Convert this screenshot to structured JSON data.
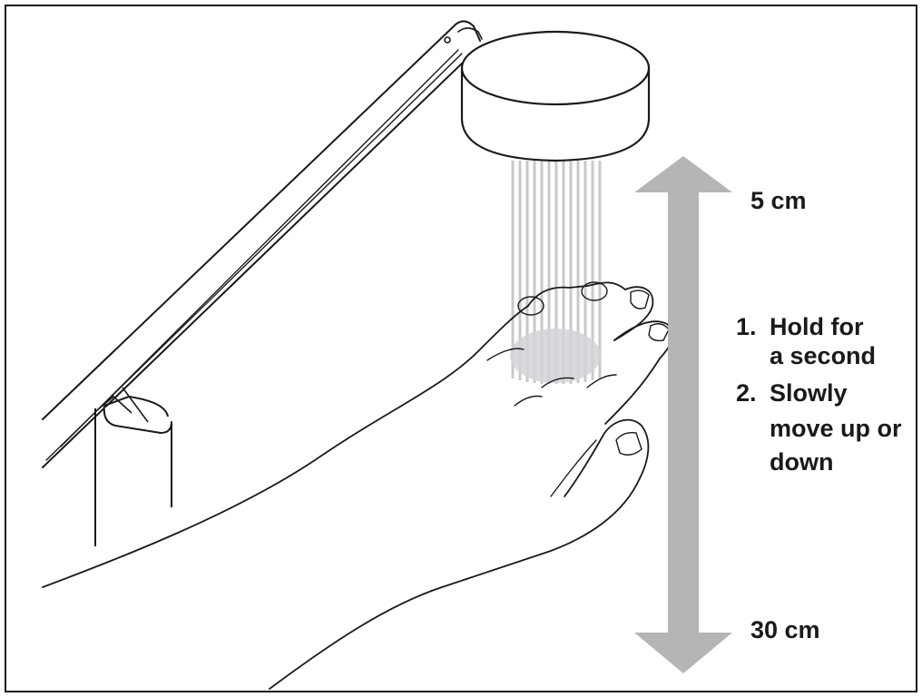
{
  "diagram": {
    "distance_min_label": "5 cm",
    "distance_max_label": "30 cm",
    "instructions": [
      {
        "number": "1.",
        "lines": [
          "Hold for",
          "a second"
        ]
      },
      {
        "number": "2.",
        "lines": [
          "Slowly",
          "move up or",
          "down"
        ]
      }
    ]
  },
  "colors": {
    "arrow": "#b5b5b8",
    "beam": "#c8c8cc",
    "outline": "#1a1a1a",
    "background": "#ffffff"
  },
  "icons": {
    "lamp": "lamp-head-icon",
    "hand": "hand-illustration",
    "arrow": "double-arrow-icon"
  }
}
